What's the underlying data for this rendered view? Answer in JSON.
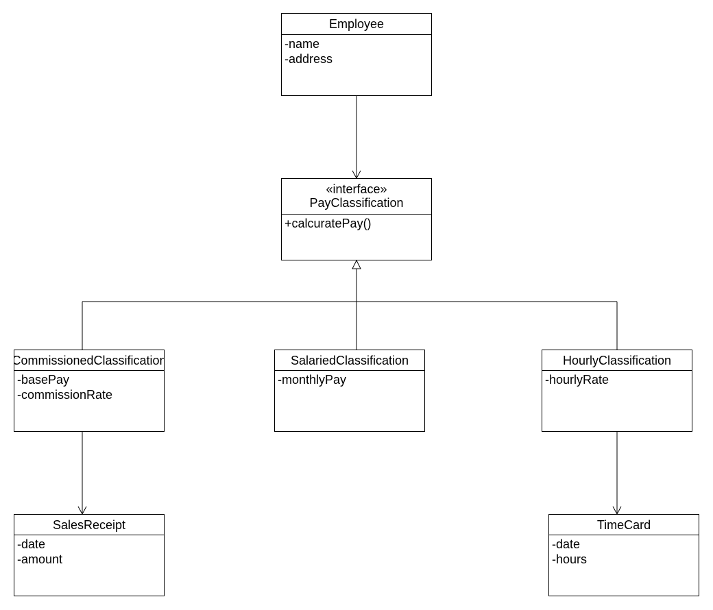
{
  "classes": {
    "employee": {
      "name": "Employee",
      "members": [
        "-name",
        "-address"
      ]
    },
    "pay_classification": {
      "stereotype": "«interface»",
      "name": "PayClassification",
      "members": [
        "+calcuratePay()"
      ]
    },
    "commissioned": {
      "name": "CommissionedClassification",
      "members": [
        "-basePay",
        "-commissionRate"
      ]
    },
    "salaried": {
      "name": "SalariedClassification",
      "members": [
        "-monthlyPay"
      ]
    },
    "hourly": {
      "name": "HourlyClassification",
      "members": [
        "-hourlyRate"
      ]
    },
    "sales_receipt": {
      "name": "SalesReceipt",
      "members": [
        "-date",
        "-amount"
      ]
    },
    "time_card": {
      "name": "TimeCard",
      "members": [
        "-date",
        "-hours"
      ]
    }
  },
  "colors": {
    "line": "#000000",
    "fill": "#ffffff"
  }
}
